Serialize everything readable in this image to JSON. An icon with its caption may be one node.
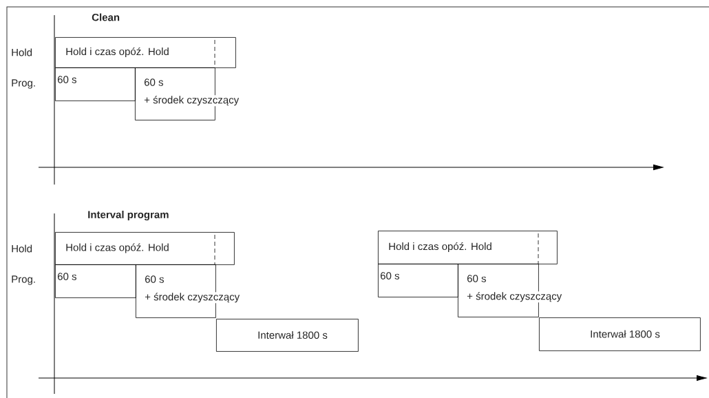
{
  "diagram": {
    "nodes": [
      {
        "text": [
          "Hold i czas opóź. Hold"
        ]
      },
      {
        "text": [
          "60 s"
        ]
      },
      {
        "text": [
          "60 s",
          "+ środek czyszczący"
        ]
      },
      {
        "text": [
          "Hold i czas opóź. Hold"
        ]
      },
      {
        "text": [
          "60 s"
        ]
      },
      {
        "text": [
          "60 s",
          "+ środek czyszczący"
        ]
      },
      {
        "text": [
          "Interwał 1800 s"
        ]
      },
      {
        "text": [
          "Hold i czas opóź. Hold"
        ]
      },
      {
        "text": [
          "60 s"
        ]
      },
      {
        "text": [
          "60 s",
          "+ środek czyszczący"
        ]
      },
      {
        "text": [
          "Interwał 1800 s"
        ]
      }
    ],
    "labels": [
      "Clean",
      "Hold",
      "Prog.",
      "Interval program",
      "Hold",
      "Prog."
    ]
  }
}
